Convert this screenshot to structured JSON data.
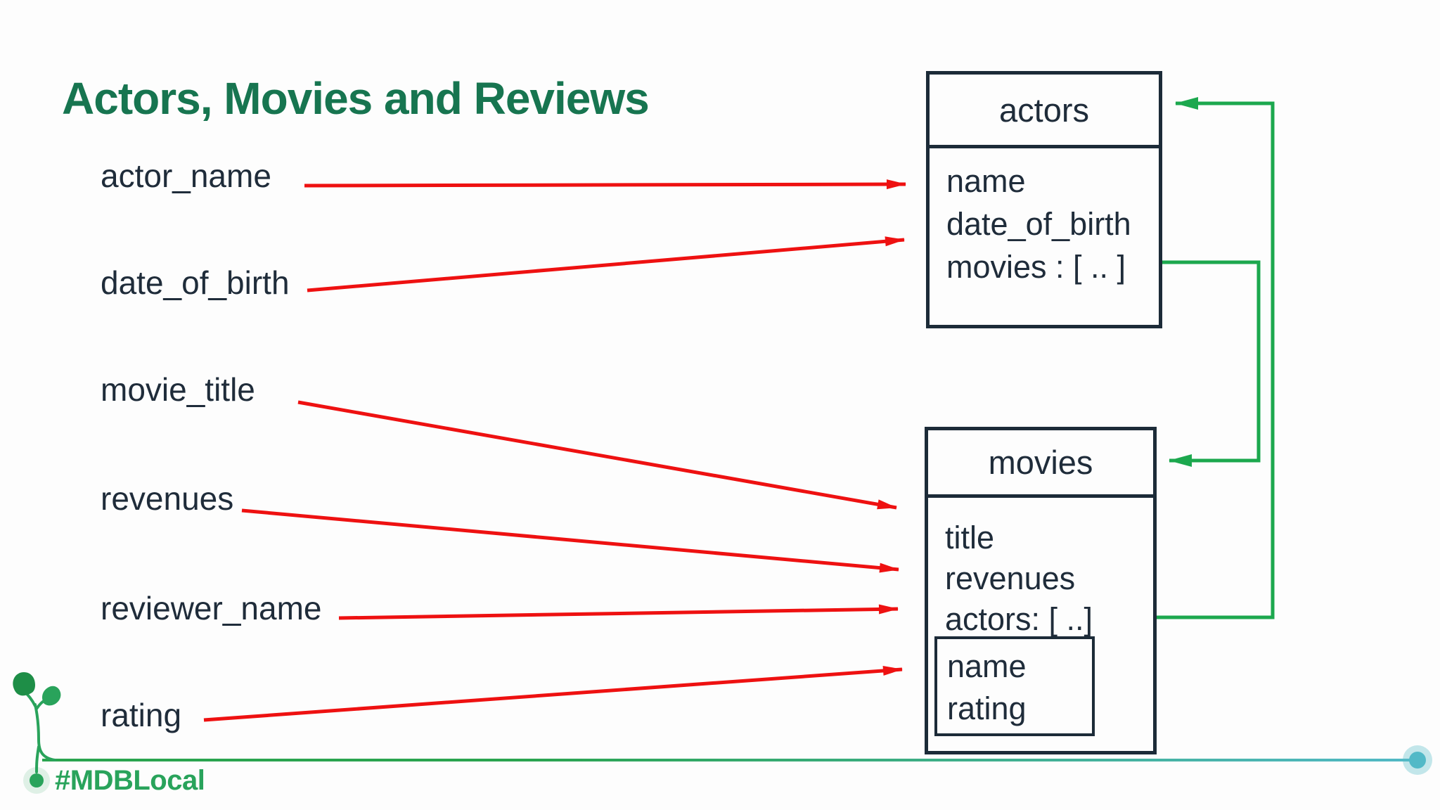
{
  "slide": {
    "title": "Actors, Movies and Reviews",
    "hashtag": "#MDBLocal"
  },
  "labels": [
    "actor_name",
    "date_of_birth",
    "movie_title",
    "revenues",
    "reviewer_name",
    "rating"
  ],
  "entities": {
    "actors": {
      "title": "actors",
      "fields": [
        "name",
        "date_of_birth",
        "movies : [ .. ]"
      ]
    },
    "movies": {
      "title": "movies",
      "fields": [
        "title",
        "revenues",
        "actors: [ ..]"
      ],
      "embedded": {
        "fields": [
          "name",
          "rating"
        ]
      }
    }
  },
  "connections": {
    "red_arrows": [
      {
        "from": "actor_name",
        "to": "actors.name"
      },
      {
        "from": "date_of_birth",
        "to": "actors.date_of_birth"
      },
      {
        "from": "movie_title",
        "to": "movies.title"
      },
      {
        "from": "revenues",
        "to": "movies.revenues"
      },
      {
        "from": "reviewer_name",
        "to": "movies.actors"
      },
      {
        "from": "rating",
        "to": "movies.embedded"
      }
    ],
    "green_references": [
      {
        "from": "actors.movies",
        "to": "movies"
      },
      {
        "from": "movies.actors",
        "to": "actors"
      }
    ]
  },
  "icons": {
    "footer_plant": "seedling-icon",
    "footer_end": "teal-dot-icon"
  },
  "colors": {
    "title_green": "#177550",
    "hashtag_green": "#29a35b",
    "leaf_green": "#1e8e47",
    "text_dark": "#1f2c3a",
    "box_border": "#1c2b38",
    "arrow_red": "#ee1111",
    "connector_green": "#1ca84e",
    "footer_green": "#2aa44f",
    "footer_teal": "#52b9c7"
  }
}
